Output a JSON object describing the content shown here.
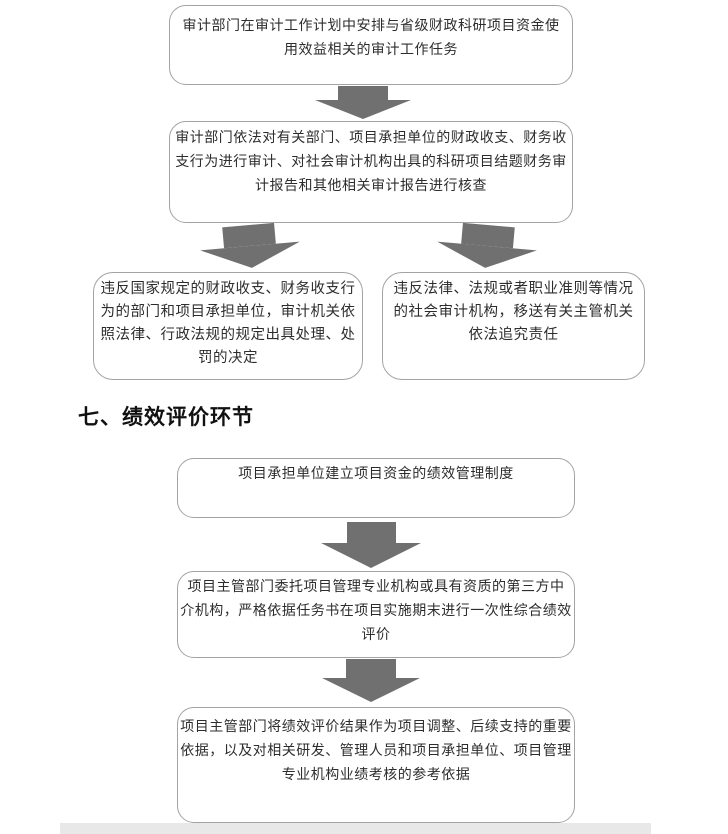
{
  "colors": {
    "page_bg": "#ffffff",
    "box_border": "#a3a3a3",
    "arrow_fill": "#707070",
    "text": "#2d2d2d",
    "heading_text": "#111111",
    "page_bar": "#e8e8e8"
  },
  "section_heading": "七、绩效评价环节",
  "audit_flow": {
    "box_plan": {
      "lines": [
        "审计部门在审计工作计划中安排与省级财政科研项目资金使",
        "用效益相关的审计工作任务"
      ]
    },
    "box_execute": {
      "lines": [
        "审计部门依法对有关部门、项目承担单位的财政收支、财务收",
        "支行为进行审计、对社会审计机构出具的科研项目结题财务审",
        "计报告和其他相关审计报告进行核查"
      ]
    },
    "box_violation_units": {
      "lines": [
        "违反国家规定的财政收支、财务收支行",
        "为的部门和项目承担单位，审计机关依",
        "照法律、行政法规的规定出具处理、处",
        "罚的决定"
      ]
    },
    "box_violation_agencies": {
      "lines": [
        "违反法律、法规或者职业准则等情况",
        "的社会审计机构，移送有关主管机关",
        "依法追究责任"
      ]
    }
  },
  "performance_flow": {
    "box_system": {
      "lines": [
        "项目承担单位建立项目资金的绩效管理制度"
      ]
    },
    "box_evaluation": {
      "lines": [
        "项目主管部门委托项目管理专业机构或具有资质的第三方中",
        "介机构，严格依据任务书在项目实施期末进行一次性综合绩效",
        "评价"
      ]
    },
    "box_results": {
      "lines": [
        "项目主管部门将绩效评价结果作为项目调整、后续支持的重要",
        "依据，以及对相关研发、管理人员和项目承担单位、项目管理",
        "专业机构业绩考核的参考依据"
      ]
    }
  }
}
